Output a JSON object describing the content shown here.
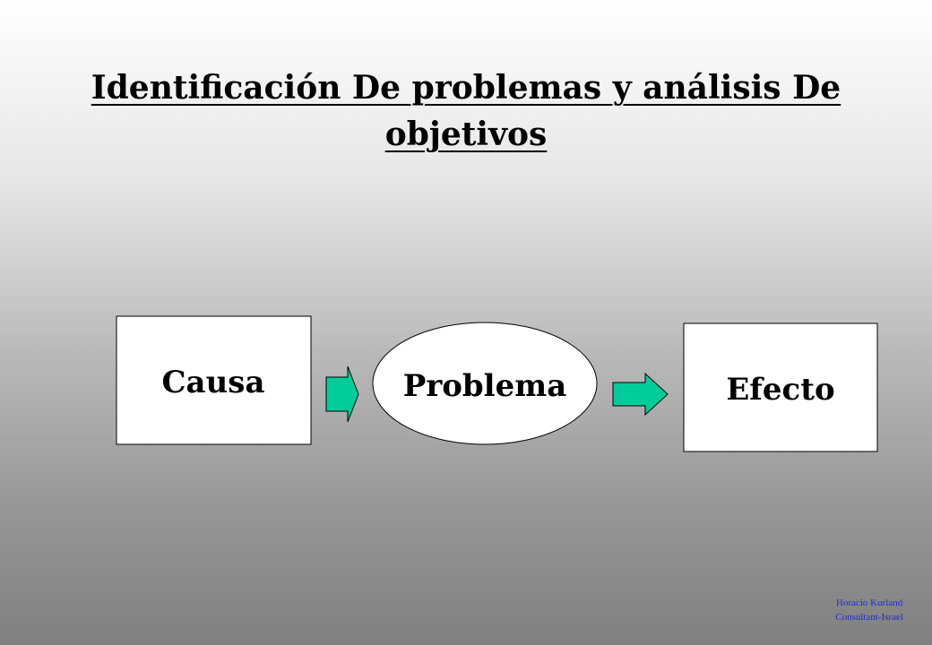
{
  "title": "Identificación De problemas y análisis De objetivos",
  "nodes": {
    "cause": "Causa",
    "problem": "Problema",
    "effect": "Efecto"
  },
  "footer": {
    "line1": "Horacio Kurland",
    "line2": "Consultant-Israel"
  },
  "colors": {
    "arrow_fill": "#00cc99",
    "node_fill": "#ffffff",
    "footer_text": "#1f2bd6"
  }
}
